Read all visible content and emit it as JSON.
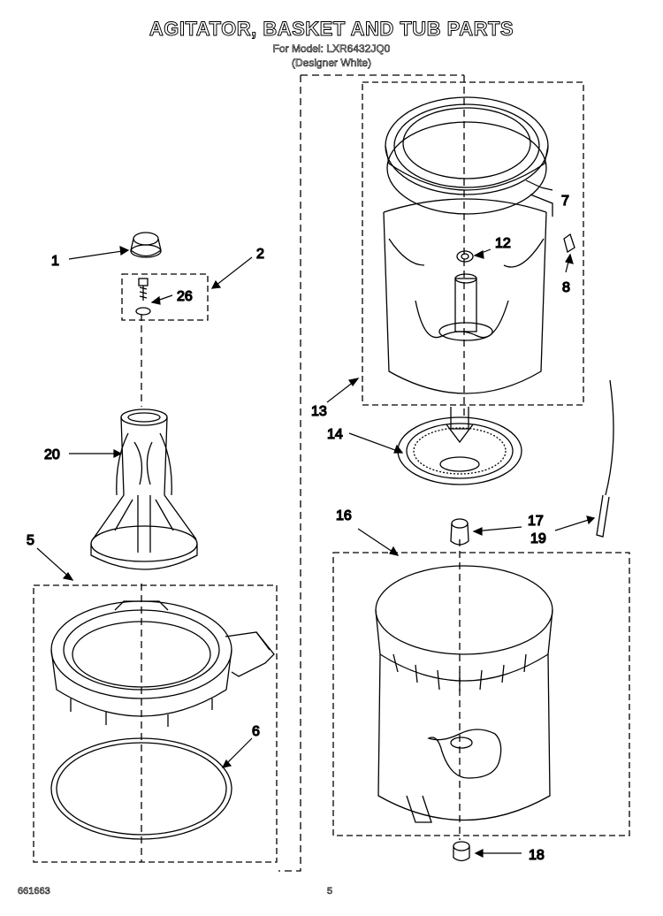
{
  "header": {
    "title": "AGITATOR, BASKET AND TUB PARTS",
    "model_line": "For Model: LXR6432JQ0",
    "color_line": "(Designer White)"
  },
  "callouts": {
    "c1": "1",
    "c2": "2",
    "c26": "26",
    "c20": "20",
    "c5": "5",
    "c6": "6",
    "c7": "7",
    "c8": "8",
    "c12": "12",
    "c13": "13",
    "c14": "14",
    "c16": "16",
    "c17": "17",
    "c19": "19",
    "c18": "18"
  },
  "footer": {
    "doc_number": "661663",
    "page_number": "5"
  }
}
